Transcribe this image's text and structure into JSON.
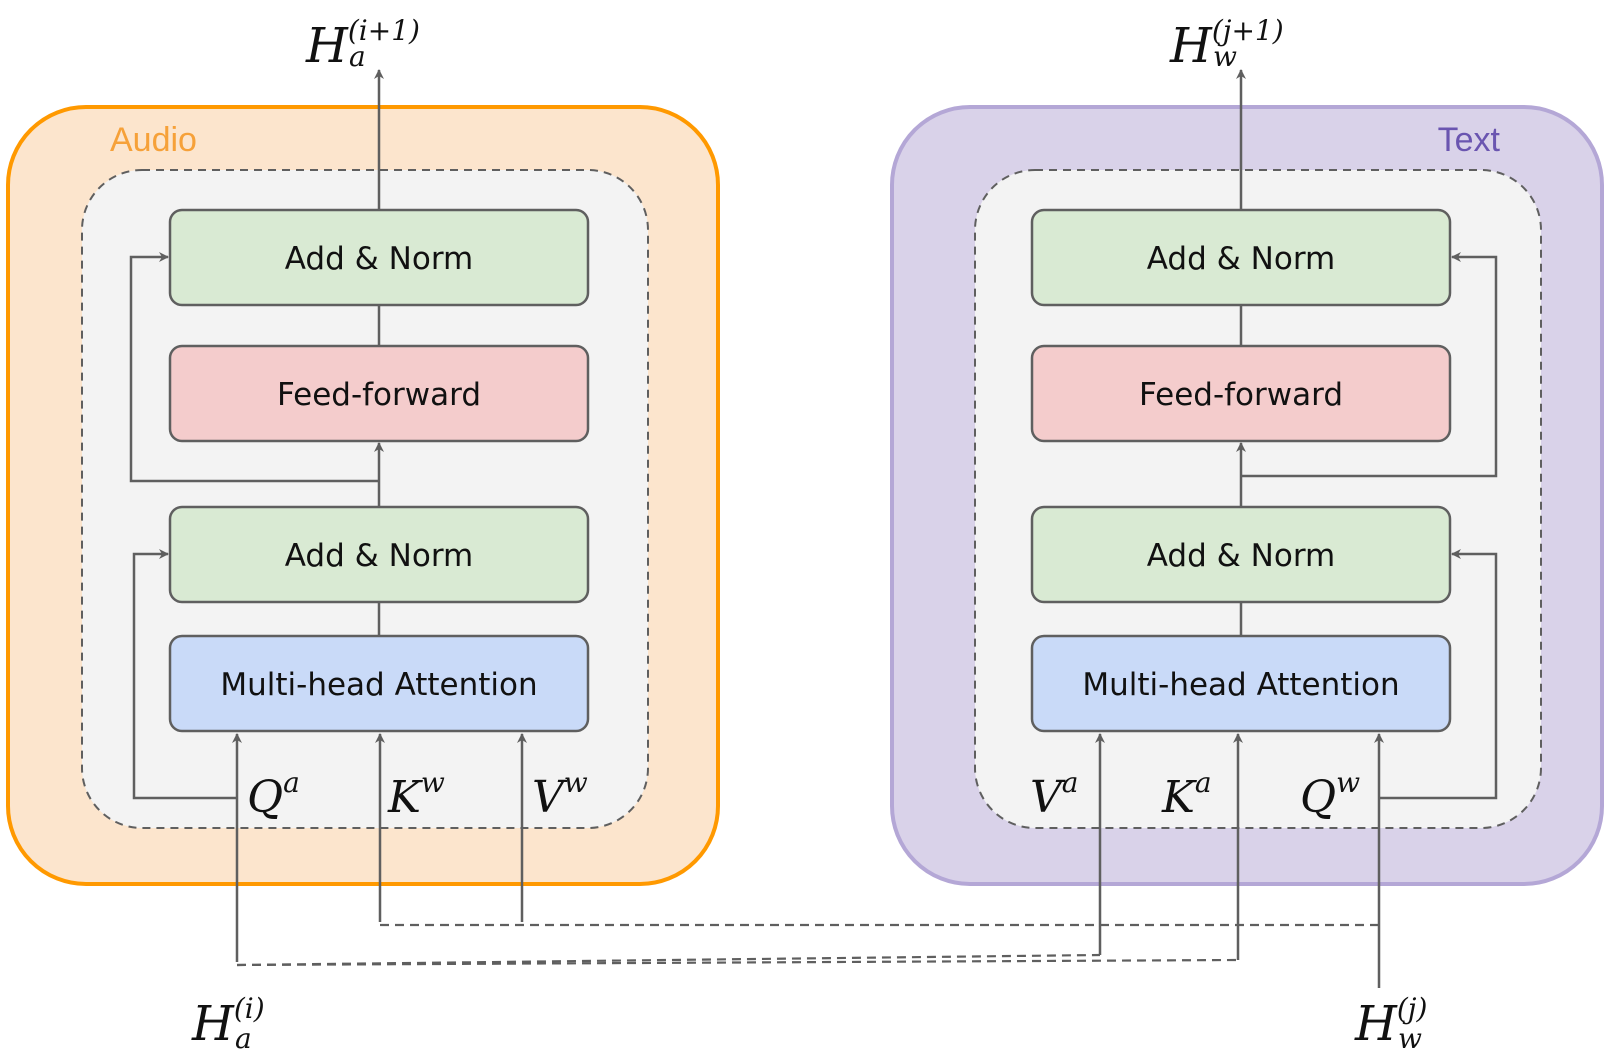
{
  "audio": {
    "module_label": "Audio",
    "boxes": {
      "add_norm_top": "Add & Norm",
      "feed_forward": "Feed-forward",
      "add_norm_bottom": "Add & Norm",
      "attention": "Multi-head Attention"
    },
    "inputs": {
      "q": {
        "base": "Q",
        "sup": "a"
      },
      "k": {
        "base": "K",
        "sup": "w"
      },
      "v": {
        "base": "V",
        "sup": "w"
      }
    },
    "output": {
      "base": "H",
      "sub": "a",
      "sup": "(i+1)"
    },
    "source": {
      "base": "H",
      "sub": "a",
      "sup": "(i)"
    }
  },
  "text": {
    "module_label": "Text",
    "boxes": {
      "add_norm_top": "Add & Norm",
      "feed_forward": "Feed-forward",
      "add_norm_bottom": "Add & Norm",
      "attention": "Multi-head Attention"
    },
    "inputs": {
      "v": {
        "base": "V",
        "sup": "a"
      },
      "k": {
        "base": "K",
        "sup": "a"
      },
      "q": {
        "base": "Q",
        "sup": "w"
      }
    },
    "output": {
      "base": "H",
      "sub": "w",
      "sup": "(j+1)"
    },
    "source": {
      "base": "H",
      "sub": "w",
      "sup": "(j)"
    }
  },
  "colors": {
    "audio_outer_fill": "#fce5cd",
    "audio_outer_stroke": "#ff9900",
    "audio_label": "#f6a139",
    "text_outer_fill": "#d9d2e9",
    "text_outer_stroke": "#b4a7d6",
    "text_label": "#6a55b0",
    "inner_fill": "#f3f3f3",
    "add_norm": "#d9ead3",
    "feed_forward": "#f4cccc",
    "attention": "#c9daf8",
    "line": "#5f5f5f"
  }
}
